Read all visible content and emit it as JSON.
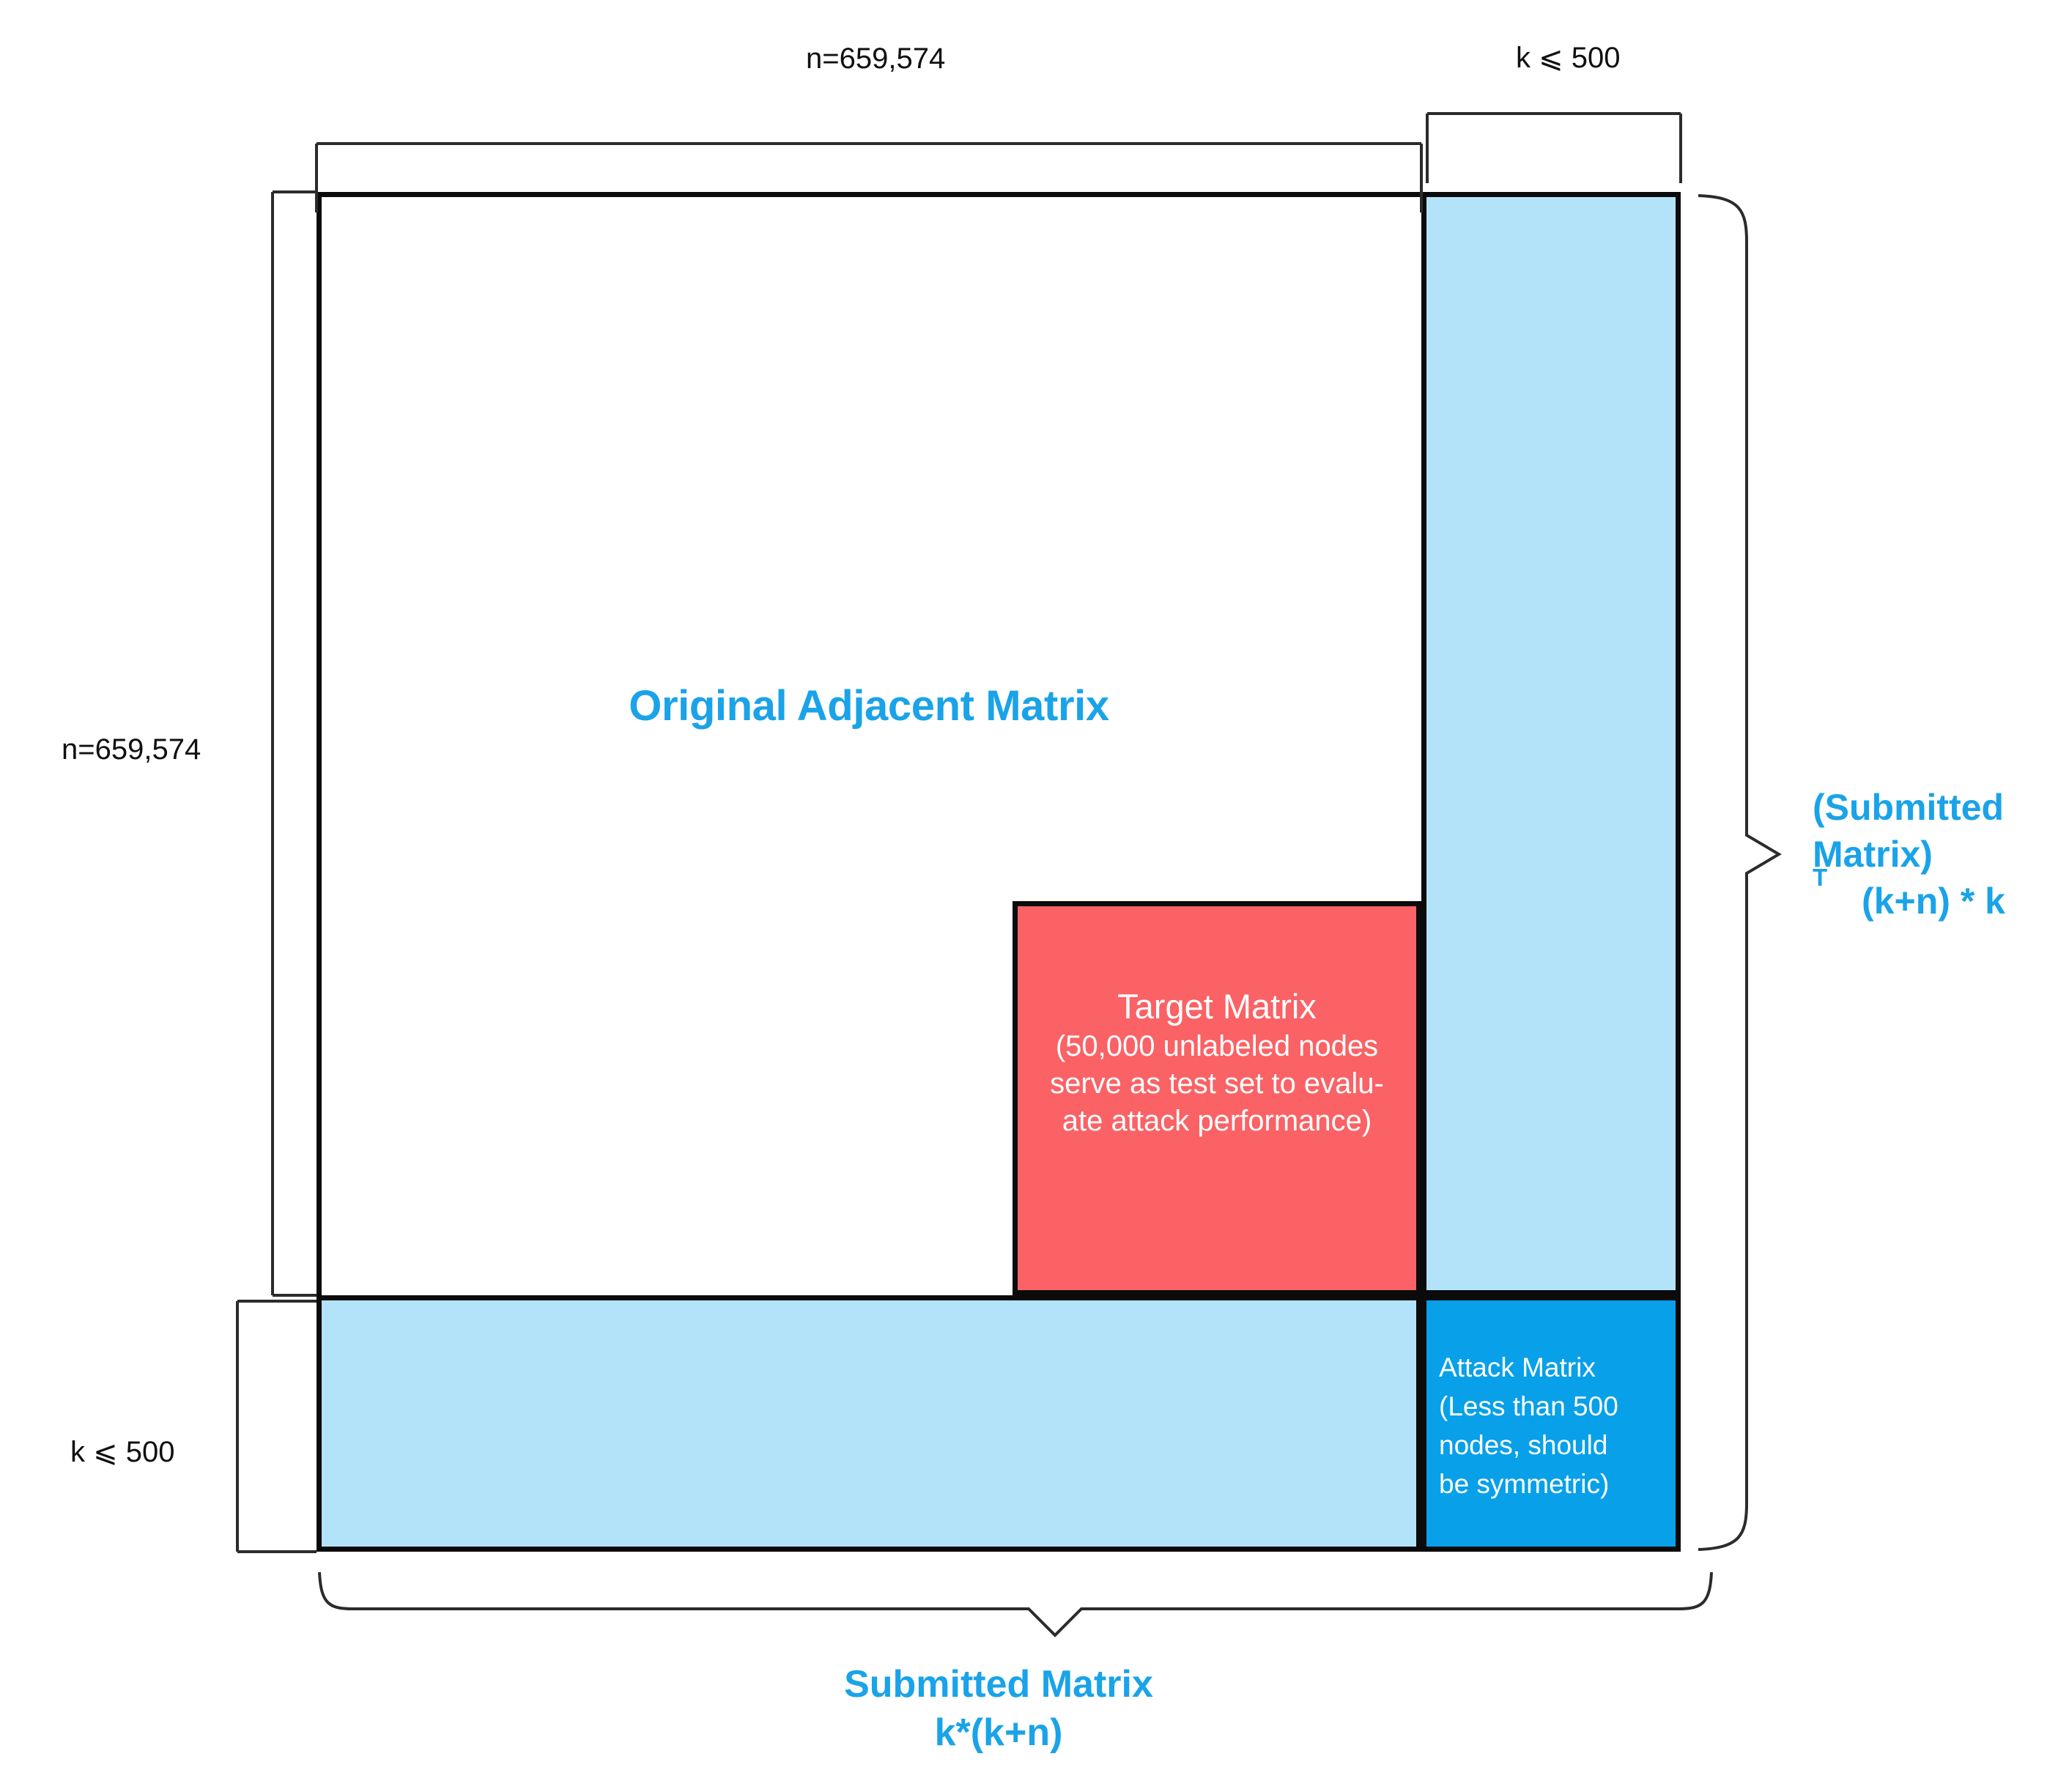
{
  "figure": {
    "title": "Adjacency matrix attack diagram",
    "colors": {
      "accent_blue": "#1aa3e8",
      "attack_blue": "#08a0e9",
      "light_blue": "#b3e3f8",
      "target_red": "#fa6265",
      "stroke": "#0b0b0b"
    }
  },
  "dimension_labels": {
    "top_left": "n=659,574",
    "top_right": "k ⩽ 500",
    "left_upper": "n=659,574",
    "left_lower": "k ⩽ 500"
  },
  "blocks": {
    "original": {
      "label": "Original Adjacent Matrix"
    },
    "target": {
      "title": "Target Matrix",
      "line1": "(50,000 unlabeled nodes",
      "line2": "serve as test set to evalu-",
      "line3": "ate attack performance)"
    },
    "attack": {
      "line1": "Attack Matrix",
      "line2": "(Less than 500",
      "line3": "nodes, should",
      "line4": "be symmetric)"
    }
  },
  "brace_labels": {
    "right": {
      "line1": "(Submitted",
      "line2_text": "Matrix)",
      "line2_sup": "T",
      "line3": "(k+n) * k"
    },
    "bottom": {
      "line1": "Submitted Matrix",
      "line2": "k*(k+n)"
    }
  }
}
